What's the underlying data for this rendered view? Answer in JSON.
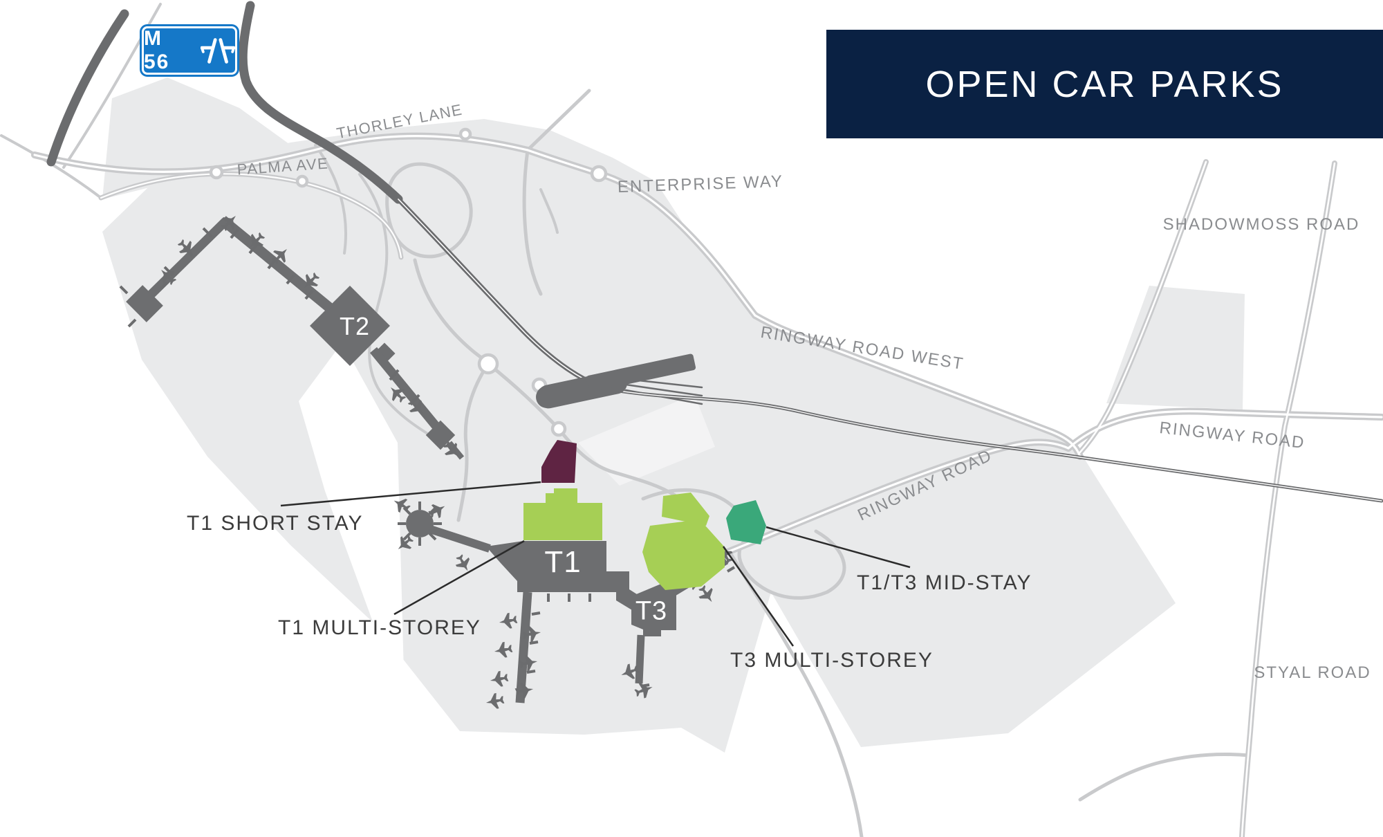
{
  "banner": {
    "title": "OPEN CAR PARKS",
    "bg": "#0a2143"
  },
  "motorway_sign": {
    "route": "M 56",
    "bg": "#1578c8",
    "icon": "motorway-icon"
  },
  "road_labels": [
    {
      "id": "thorley-lane",
      "text": "THORLEY LANE"
    },
    {
      "id": "palma-ave",
      "text": "PALMA AVE"
    },
    {
      "id": "enterprise-way",
      "text": "ENTERPRISE WAY"
    },
    {
      "id": "shadowmoss-road",
      "text": "SHADOWMOSS ROAD"
    },
    {
      "id": "ringway-road-west",
      "text": "RINGWAY ROAD WEST"
    },
    {
      "id": "ringway-road-mid",
      "text": "RINGWAY ROAD"
    },
    {
      "id": "ringway-road-east",
      "text": "RINGWAY ROAD"
    },
    {
      "id": "styal-road",
      "text": "STYAL ROAD"
    }
  ],
  "terminals": [
    {
      "id": "t1",
      "label": "T1"
    },
    {
      "id": "t2",
      "label": "T2"
    },
    {
      "id": "t3",
      "label": "T3"
    }
  ],
  "car_parks": [
    {
      "id": "t1-short-stay",
      "label": "T1 SHORT STAY",
      "color": "#5f2443"
    },
    {
      "id": "t1-multi-storey",
      "label": "T1 MULTI-STOREY",
      "color": "#a6cf55"
    },
    {
      "id": "t3-multi-storey",
      "label": "T3 MULTI-STOREY",
      "color": "#a6cf55"
    },
    {
      "id": "t1-t3-mid-stay",
      "label": "T1/T3 MID-STAY",
      "color": "#3aa87a"
    }
  ],
  "map_colors": {
    "land": "#e9eaeb",
    "land_light": "#f3f3f4",
    "road": "#c9cacc",
    "dark_road": "#6b6c6e",
    "building": "#6d6e70",
    "road_label": "#8a8c8f",
    "park_label": "#3b3b3b"
  }
}
